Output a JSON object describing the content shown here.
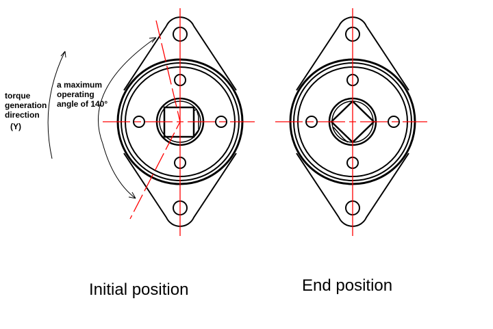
{
  "labels": {
    "torque_line1": "torque",
    "torque_line2": "generation",
    "torque_line3": "direction",
    "torque_symbol": "(Y)",
    "angle_line1": "a maximum",
    "angle_line2": "operating",
    "angle_line3": "angle of 140°"
  },
  "captions": {
    "initial": "Initial position",
    "end": "End position"
  },
  "colors": {
    "centerline": "#ff0000",
    "outline": "#000000"
  },
  "max_operating_angle_deg": 140
}
